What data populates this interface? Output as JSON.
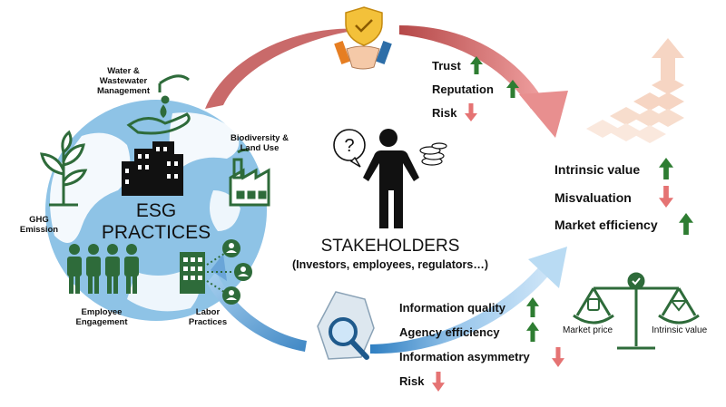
{
  "center": {
    "esg_line1": "ESG",
    "esg_line2": "PRACTICES",
    "stakeholders_title": "STAKEHOLDERS",
    "stakeholders_subtitle": "(Investors, employees, regulators…)"
  },
  "esg_topics": {
    "water_line1": "Water &",
    "water_line2": "Wastewater",
    "water_line3": "Management",
    "biodiversity_line1": "Biodiversity &",
    "biodiversity_line2": "Land Use",
    "ghg_line1": "GHG",
    "ghg_line2": "Emission",
    "employee_line1": "Employee",
    "employee_line2": "Engagement",
    "labor_line1": "Labor",
    "labor_line2": "Practices"
  },
  "top_effects": [
    {
      "label": "Trust",
      "direction": "up"
    },
    {
      "label": "Reputation",
      "direction": "up"
    },
    {
      "label": "Risk",
      "direction": "down"
    }
  ],
  "market_effects": [
    {
      "label": "Intrinsic value",
      "direction": "up"
    },
    {
      "label": "Misvaluation",
      "direction": "down"
    },
    {
      "label": "Market efficiency",
      "direction": "up"
    }
  ],
  "info_effects": [
    {
      "label": "Information quality",
      "direction": "up"
    },
    {
      "label": "Agency efficiency",
      "direction": "up"
    },
    {
      "label": "Information asymmetry",
      "direction": "down"
    },
    {
      "label": "Risk",
      "direction": "down"
    }
  ],
  "scale": {
    "left_label": "Market price",
    "right_label": "Intrinsic value"
  },
  "colors": {
    "up": "#2e7d32",
    "down": "#e57373",
    "icon_green": "#2e6b3a",
    "globe": "#8ec3e6",
    "arc_red": "#c96a6a",
    "arc_blue": "#6aa5d8"
  },
  "icons": [
    "shield-check-icon",
    "handshake-icon",
    "question-bubble-icon",
    "coins-icon",
    "magnifier-crystal-icon",
    "balance-scale-icon",
    "growth-bars-icon",
    "plant-icon",
    "hand-water-icon",
    "buildings-icon",
    "factory-icon",
    "employees-icon",
    "labor-network-icon",
    "person-icon"
  ]
}
